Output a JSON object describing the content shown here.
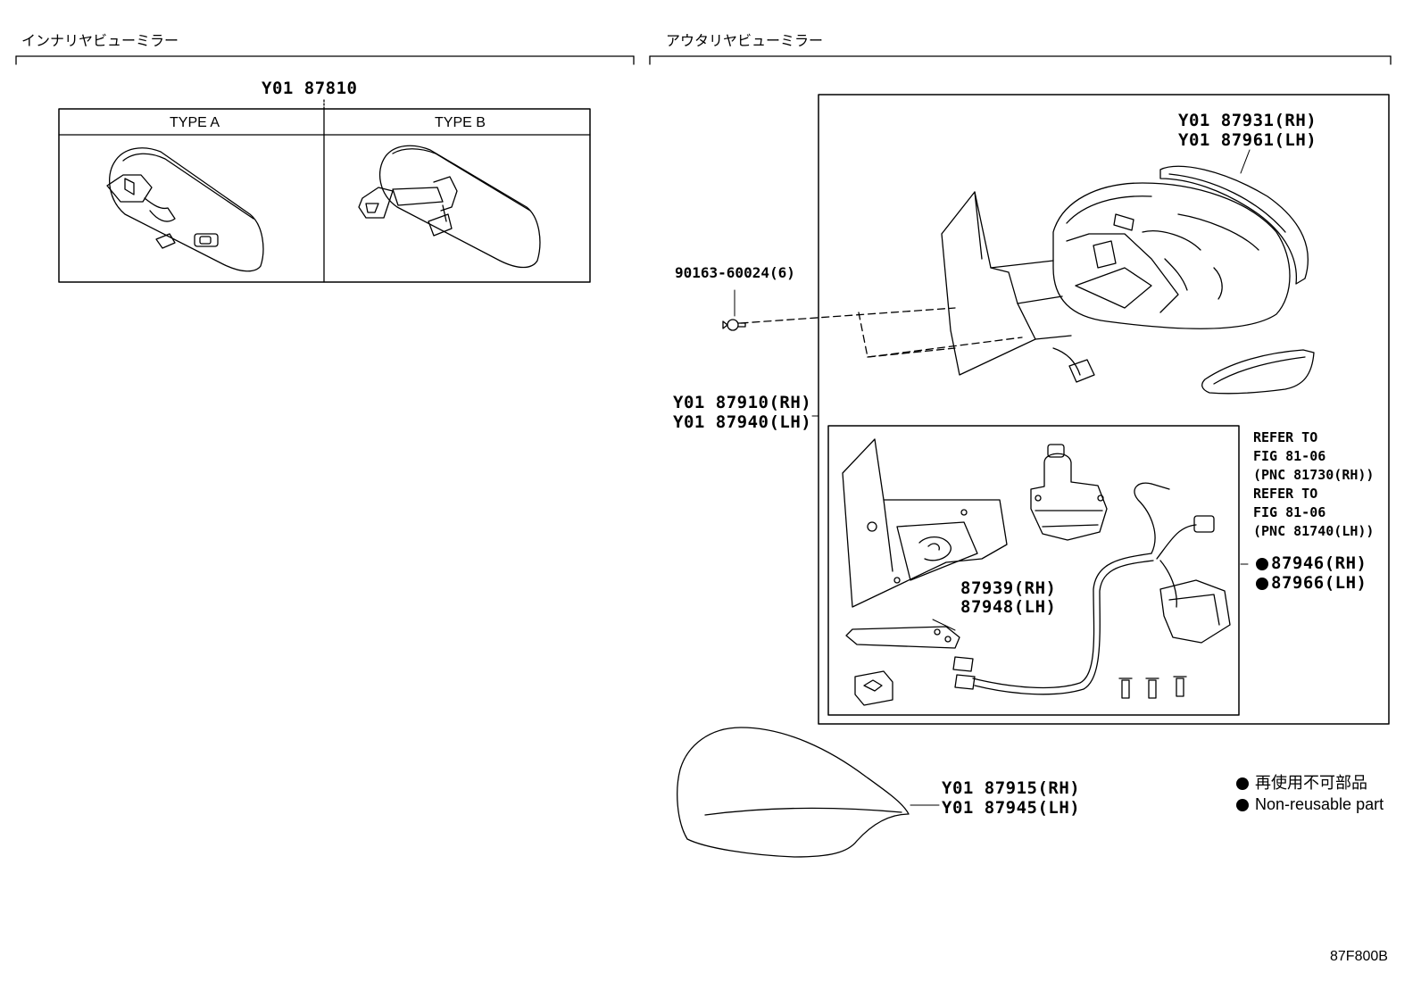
{
  "sections": {
    "inner": {
      "title": "インナリヤビューミラー",
      "part_no": "Y01 87810",
      "type_a": "TYPE A",
      "type_b": "TYPE B"
    },
    "outer": {
      "title": "アウタリヤビューミラー"
    }
  },
  "callouts": {
    "c1": "Y01 87931(RH)",
    "c2": "Y01 87961(LH)",
    "c3": "90163-60024(6)",
    "c4": "Y01 87910(RH)",
    "c5": "Y01 87940(LH)",
    "c6": "87939(RH)",
    "c7": "87948(LH)",
    "c8": "Y01 87915(RH)",
    "c9": "Y01 87945(LH)",
    "c10": "87946(RH)",
    "c11": "87966(LH)"
  },
  "refers": [
    "REFER TO",
    "FIG 81-06",
    "(PNC 81730(RH))",
    "REFER TO",
    "FIG 81-06",
    "(PNC 81740(LH))"
  ],
  "legend": {
    "jp": "再使用不可部品",
    "en": "Non-reusable part"
  },
  "figure_id": "87F800B"
}
